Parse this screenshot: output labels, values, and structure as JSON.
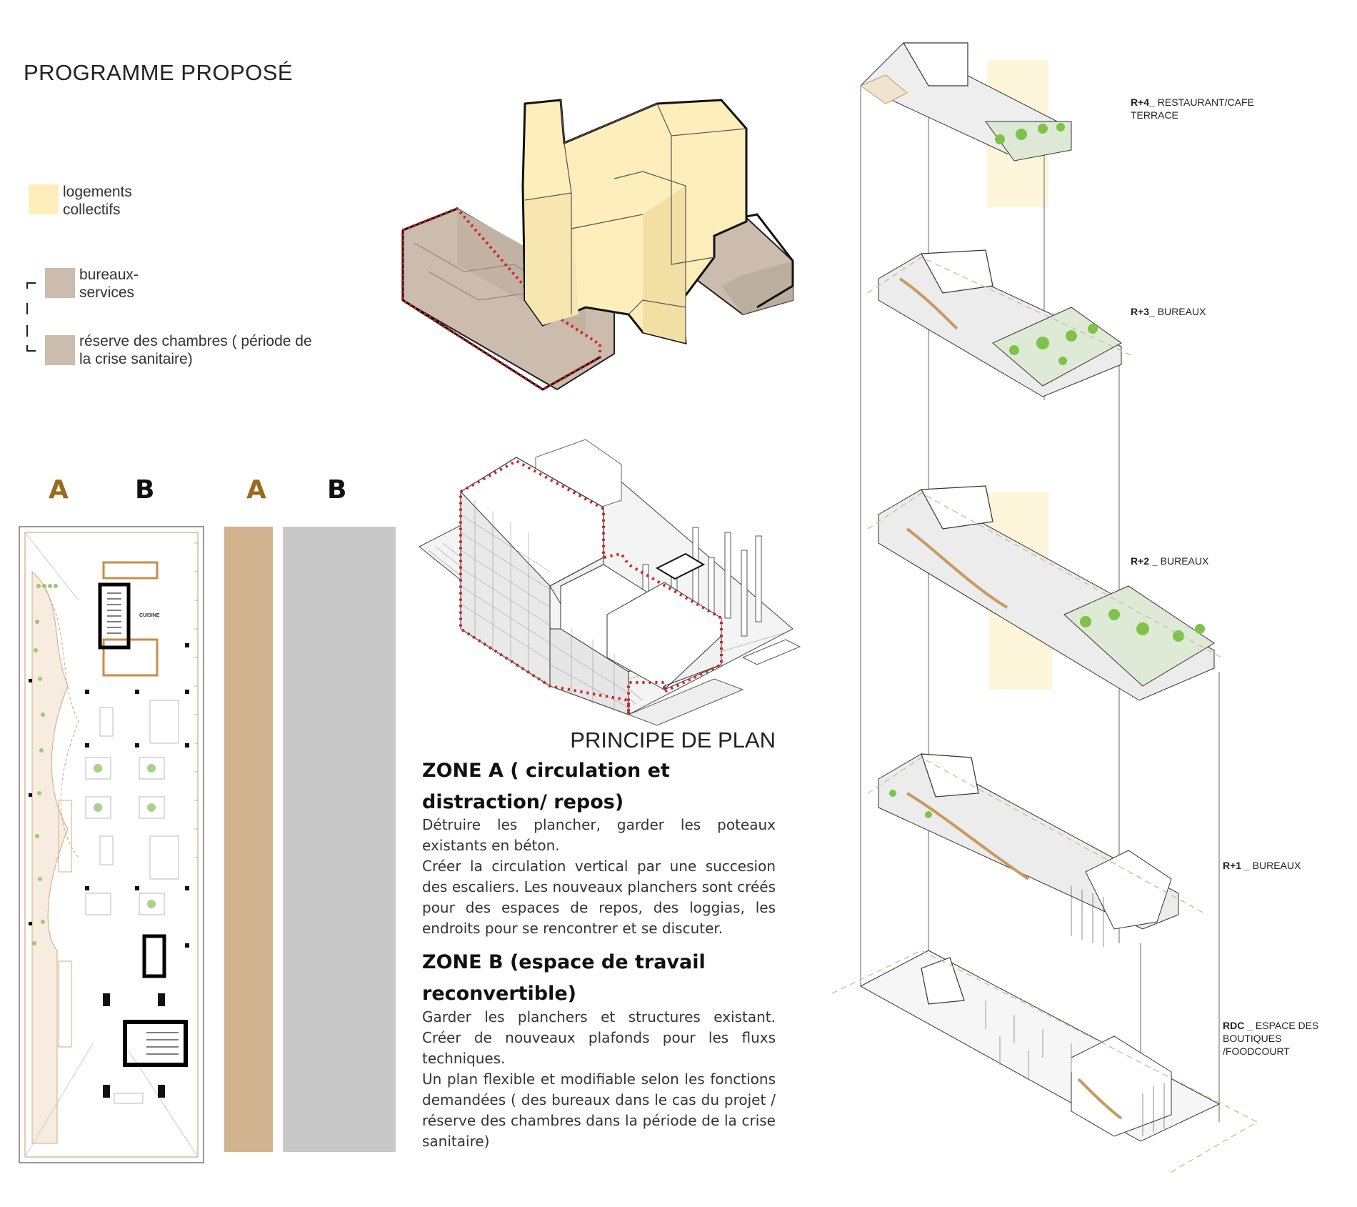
{
  "title": "PROGRAMME PROPOSÉ",
  "legend": {
    "logements": "logements collectifs",
    "bureaux": "bureaux-services",
    "reserve": "réserve des chambres ( période de la crise sanitaire)"
  },
  "zones": {
    "a": "A",
    "b": "B"
  },
  "plan": {
    "cuisine": "CUISINE"
  },
  "principe": {
    "title": "PRINCIPE DE PLAN",
    "zone_a_title": "ZONE A ( circulation et distraction/ repos)",
    "zone_a_text_1": "Détruire les plancher, garder les poteaux existants en béton.",
    "zone_a_text_2": "Créer la circulation vertical par une succesion des escaliers. Les nouveaux planchers sont créés pour des espaces de repos, des loggias, les endroits pour se rencontrer et se discuter.",
    "zone_b_title": "ZONE B (espace de travail reconvertible)",
    "zone_b_text_1": "Garder les planchers et structures existant. Créer de nouveaux plafonds pour les fluxs techniques.",
    "zone_b_text_2": "Un plan flexible et modifiable selon les fonctions demandées ( des bureaux dans le cas du projet / réserve des chambres dans la période de la crise sanitaire)"
  },
  "levels": {
    "r4_code": "R+4_",
    "r4_name": "RESTAURANT/CAFE TERRACE",
    "r3_code": "R+3_",
    "r3_name": "BUREAUX",
    "r2_code": "R+2 _",
    "r2_name": "BUREAUX",
    "r1_code": "R+1 _",
    "r1_name": "BUREAUX",
    "rdc_code": "RDC _",
    "rdc_name": "ESPACE DES BOUTIQUES /FOODCOURT"
  },
  "colors": {
    "logements": "#fdeebb",
    "bureaux": "#cbbcad",
    "zone_a": "#d1b38f",
    "zone_b": "#c8c8c8",
    "zone_letter_a": "#9a6a1e",
    "zone_letter_b": "#111111",
    "red_outline": "#d42020",
    "green": "#7fc24a"
  }
}
